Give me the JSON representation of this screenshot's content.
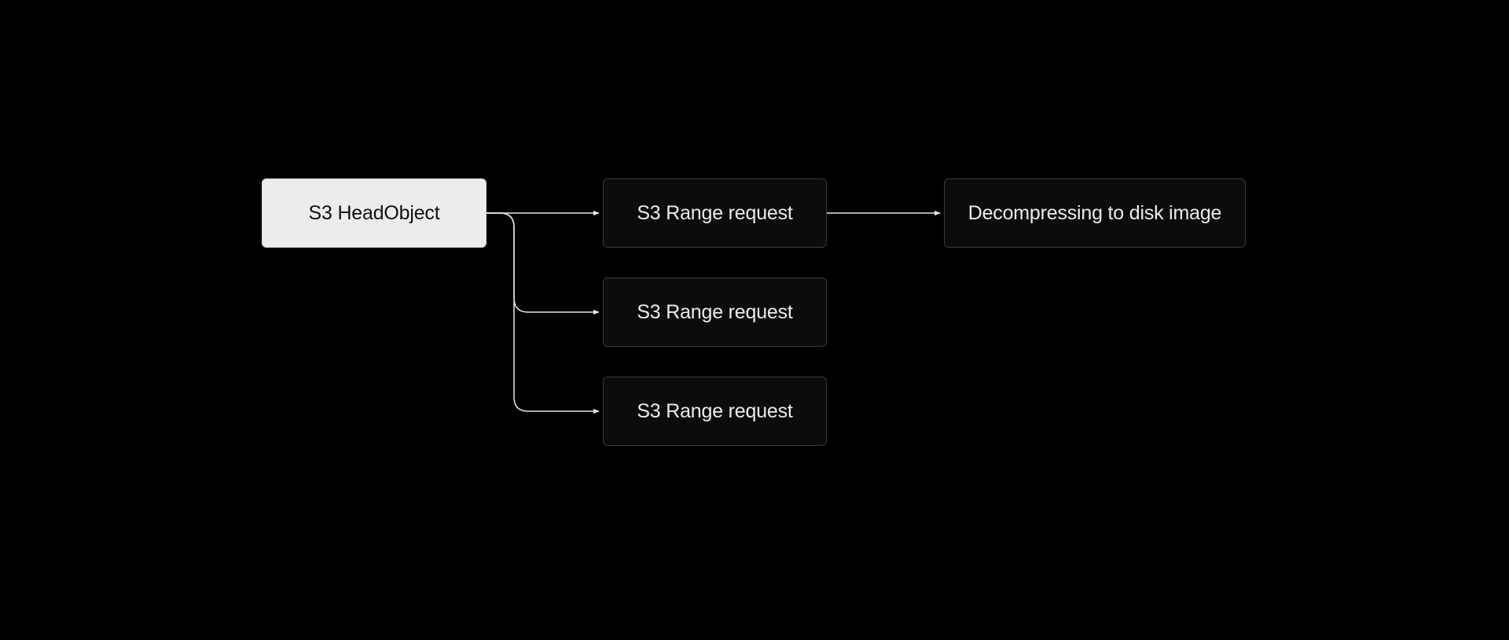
{
  "diagram": {
    "nodes": {
      "head_object": {
        "label": "S3 HeadObject"
      },
      "range_request_1": {
        "label": "S3 Range request"
      },
      "range_request_2": {
        "label": "S3 Range request"
      },
      "range_request_3": {
        "label": "S3 Range request"
      },
      "decompress": {
        "label": "Decompressing to disk image"
      }
    },
    "edges": [
      {
        "from": "head_object",
        "to": "range_request_1"
      },
      {
        "from": "head_object",
        "to": "range_request_2"
      },
      {
        "from": "head_object",
        "to": "range_request_3"
      },
      {
        "from": "range_request_1",
        "to": "decompress"
      }
    ],
    "colors": {
      "background": "#000000",
      "primary_node_fill": "#ececec",
      "secondary_node_fill": "#0c0c0c",
      "node_border": "#3a3a3a",
      "connector": "#e6e6e6"
    }
  }
}
